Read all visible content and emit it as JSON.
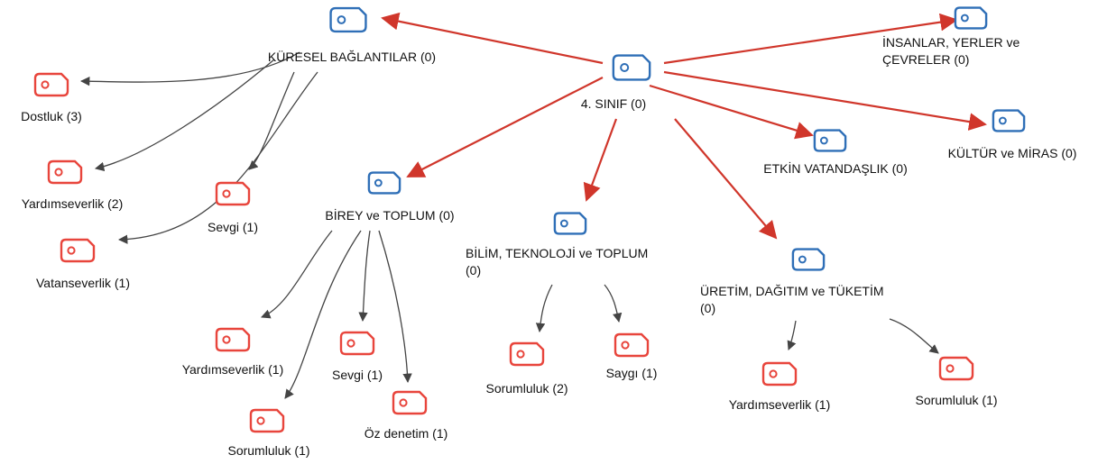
{
  "colors": {
    "blue_node": "#2f6fb7",
    "red_node": "#e8453c",
    "red_edge": "#d0362b",
    "gray_edge": "#444444",
    "text": "#111111"
  },
  "nodes": {
    "root": [
      "4. SINIF (0)"
    ],
    "kuresel": [
      "KÜRESEL BAĞLANTILAR (0)"
    ],
    "insanlar": [
      "İNSANLAR, YERLER ve",
      "ÇEVRELER (0)"
    ],
    "kultur": [
      "KÜLTÜR ve MİRAS (0)"
    ],
    "etkin": [
      "ETKİN VATANDAŞLIK (0)"
    ],
    "birey": [
      "BİREY ve TOPLUM (0)"
    ],
    "bilim": [
      "BİLİM, TEKNOLOJİ ve TOPLUM",
      "(0)"
    ],
    "uretim": [
      "ÜRETİM, DAĞITIM ve TÜKETİM",
      "(0)"
    ],
    "k_dostluk": [
      "Dostluk (3)"
    ],
    "k_yardim": [
      "Yardımseverlik (2)"
    ],
    "k_sevgi": [
      "Sevgi (1)"
    ],
    "k_vatan": [
      "Vatanseverlik (1)"
    ],
    "b_yardim": [
      "Yardımseverlik (1)"
    ],
    "b_sorum": [
      "Sorumluluk (1)"
    ],
    "b_sevgi": [
      "Sevgi (1)"
    ],
    "b_oz": [
      "Öz denetim (1)"
    ],
    "bi_sorum": [
      "Sorumluluk (2)"
    ],
    "bi_saygi": [
      "Saygı (1)"
    ],
    "u_yardim": [
      "Yardımseverlik (1)"
    ],
    "u_sorum": [
      "Sorumluluk (1)"
    ]
  }
}
